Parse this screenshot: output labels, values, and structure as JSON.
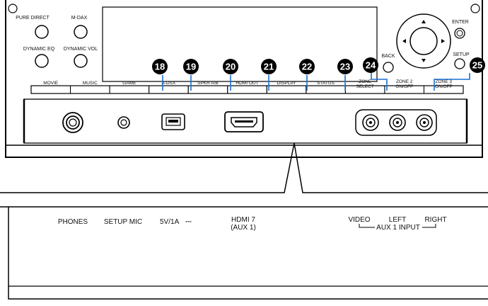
{
  "panel": {
    "knobs": [
      "PURE DIRECT",
      "M-DAX",
      "DYNAMIC EQ",
      "DYNAMIC VOL"
    ],
    "nav": {
      "enter": "ENTER",
      "setup": "SETUP",
      "back": "BACK"
    },
    "buttons": [
      {
        "label": "MOVIE",
        "line2": ""
      },
      {
        "label": "MUSIC",
        "line2": ""
      },
      {
        "label": "GAME",
        "line2": ""
      },
      {
        "label": "A-DSX",
        "line2": ""
      },
      {
        "label": "SPKR A/B",
        "line2": ""
      },
      {
        "label": "HDMI OUT",
        "line2": ""
      },
      {
        "label": "DISPLAY",
        "line2": ""
      },
      {
        "label": "STATUS",
        "line2": ""
      },
      {
        "label": "ZONE",
        "line2": "SELECT"
      },
      {
        "label": "ZONE 2",
        "line2": "ON/OFF"
      },
      {
        "label": "ZONE 3",
        "line2": "ON/OFF"
      }
    ],
    "callouts": [
      "18",
      "19",
      "20",
      "21",
      "22",
      "23",
      "24",
      "25"
    ]
  },
  "detail": {
    "labels": {
      "phones": "PHONES",
      "setup_mic": "SETUP MIC",
      "usb": "5V/1A",
      "usb_symbol": "⎓",
      "hdmi": "HDMI 7",
      "hdmi_sub": "(AUX 1)",
      "video": "VIDEO",
      "left": "LEFT",
      "right": "RIGHT",
      "aux_input": "AUX 1 INPUT"
    }
  }
}
